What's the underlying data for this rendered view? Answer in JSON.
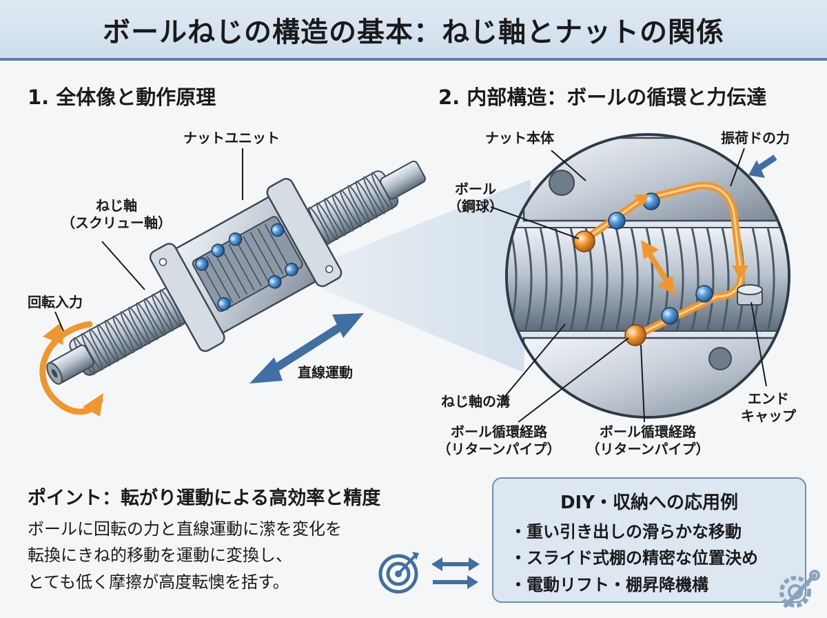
{
  "title": "ボールねじの構造の基本：ねじ軸とナットの関係",
  "section1": {
    "heading": "1. 全体像と動作原理",
    "labels": {
      "nut_unit": "ナットユニット",
      "screw_shaft_1": "ねじ軸",
      "screw_shaft_2": "（スクリュー軸）",
      "rotation_input": "回転入力",
      "linear_motion": "直線運動"
    }
  },
  "section2": {
    "heading": "2. 内部構造：ボールの循環と力伝達",
    "labels": {
      "nut_body": "ナット本体",
      "load_force": "振荷ドの力",
      "ball_1": "ボール",
      "ball_2": "（鋼球）",
      "shaft_groove": "ねじ軸の溝",
      "return_a_1": "ボール循環経路",
      "return_a_2": "（リターンパイプ）",
      "return_b_1": "ボール循環経路",
      "return_b_2": "（リターンパイプ）",
      "end_cap_1": "エンド",
      "end_cap_2": "キャップ"
    }
  },
  "point": {
    "heading": "ポイント：転がり運動による高効率と精度",
    "lines": [
      "ボールに回転の力と直線運動に潆を変化を",
      "転換にきね的移動を運動に変換し、",
      "とても低く摩擦が高度転懊を括す。"
    ]
  },
  "applications": {
    "title": "DIY・収納への応用例",
    "items": [
      "・重い引き出しの滑らかな移動",
      "・スライド式棚の精密な位置決め",
      "・電動リフト・棚昇降機構"
    ]
  },
  "colors": {
    "accent_orange": "#f0962e",
    "arrow_blue": "#3f6fa3",
    "ball_blue": "#4a90d6",
    "metal": "#b9c4cf",
    "title_rule": "#5b7fa6"
  },
  "icons": [
    "target-icon",
    "swap-arrows-icon",
    "gear-wrench-icon"
  ]
}
